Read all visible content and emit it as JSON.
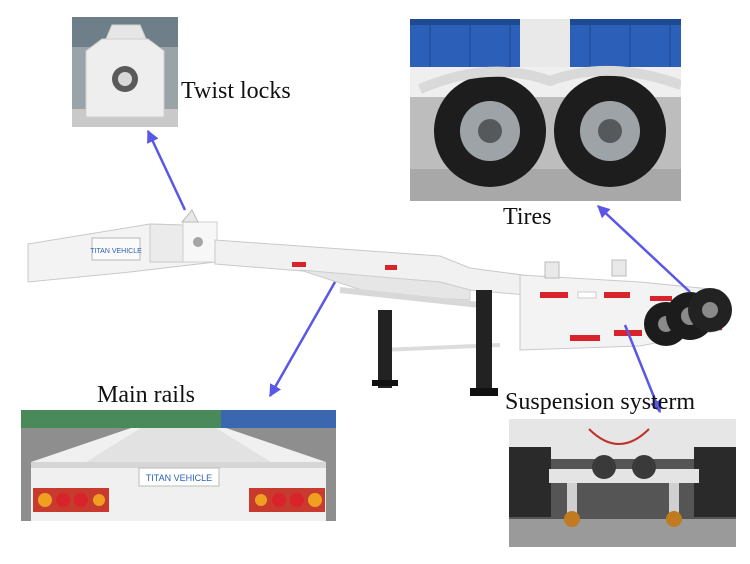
{
  "labels": {
    "twist_locks": "Twist locks",
    "tires": "Tires",
    "main_rails": "Main rails",
    "suspension": "Suspension systerm"
  },
  "branding": {
    "side_text": "TITAN VEHICLE",
    "rear_text": "TITAN VEHICLE"
  },
  "colors": {
    "arrow": "#5a56e6",
    "trailer_body": "#f3f3f3",
    "reflector_red": "#d8232a",
    "container_blue": "#2c5fb8"
  }
}
